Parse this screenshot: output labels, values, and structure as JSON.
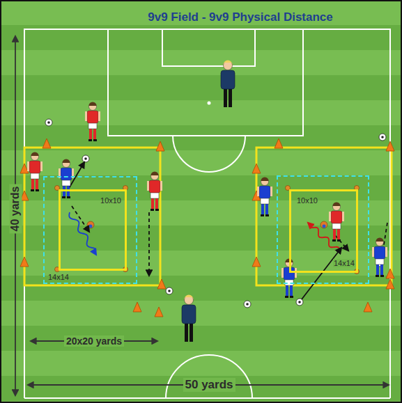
{
  "diagram": {
    "title": "9v9 Field - 9v9 Physical Distance",
    "nodes": [
      {
        "text": [
          "14x14"
        ]
      },
      {
        "text": [
          "10x10"
        ],
        "in": 0
      },
      {
        "text": [
          "14x14"
        ]
      },
      {
        "text": [
          "10x10"
        ],
        "in": 2
      }
    ],
    "labels": [
      "40 yards",
      "20x20 yards",
      "50 yards"
    ]
  }
}
